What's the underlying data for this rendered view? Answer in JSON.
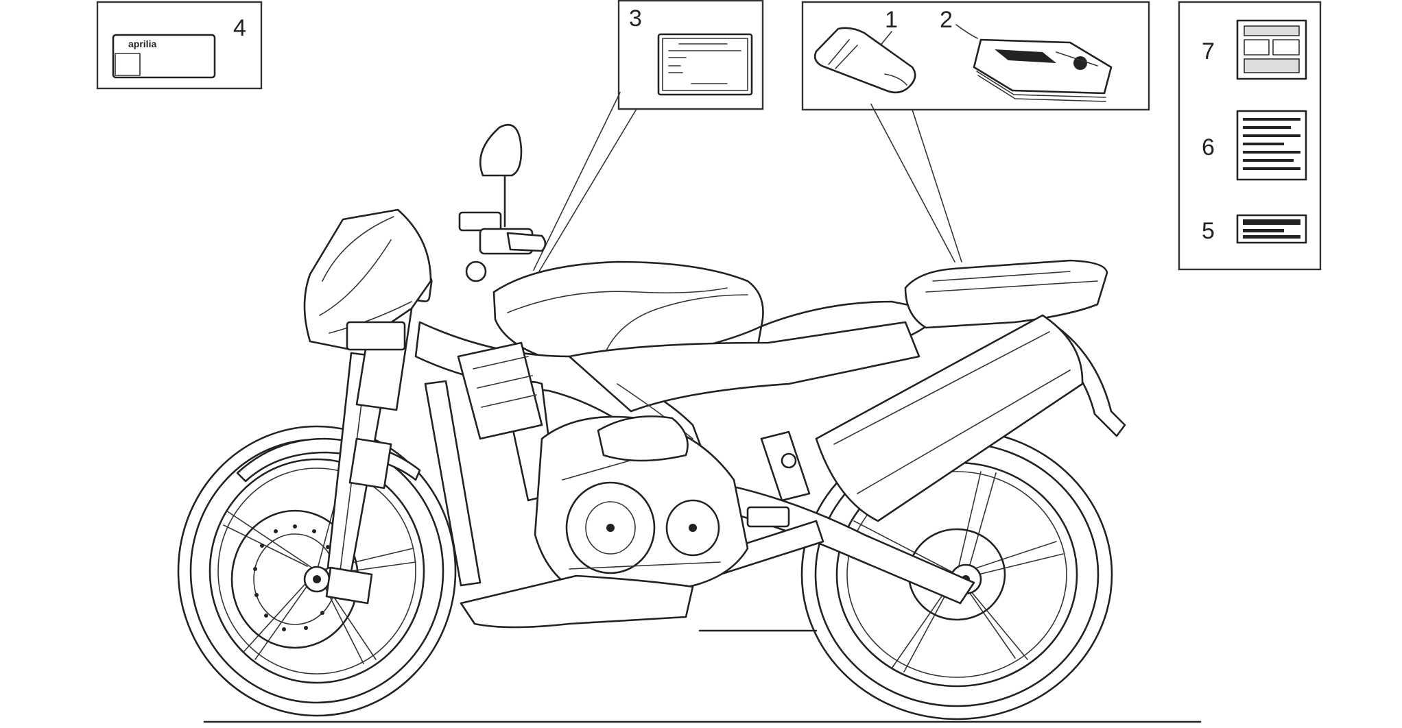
{
  "callouts": {
    "c1": "1",
    "c2": "2",
    "c3": "3",
    "c4": "4",
    "c5": "5",
    "c6": "6",
    "c7": "7"
  },
  "labels": {
    "brand_sticker_text": "aprilia"
  },
  "colors": {
    "line": "#222222",
    "background": "#ffffff"
  }
}
